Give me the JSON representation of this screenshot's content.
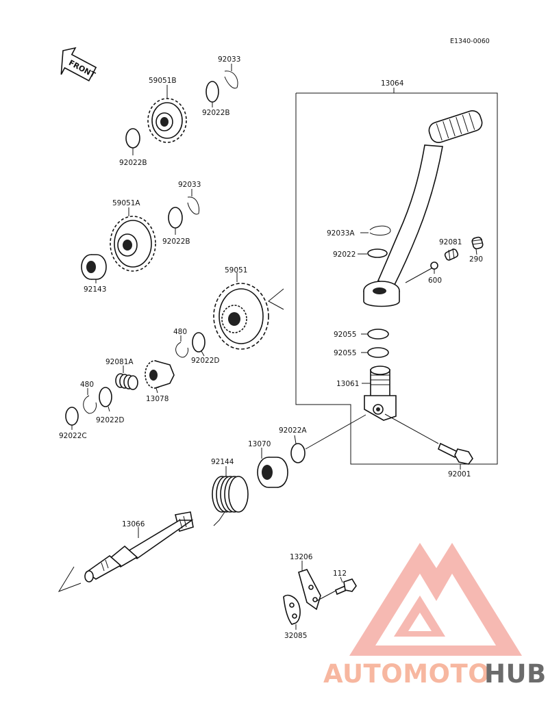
{
  "diagram": {
    "ref_code": "E1340-0060",
    "front_label": "FRONT",
    "labels": {
      "p13064": "13064",
      "p92033_top": "92033",
      "p59051B": "59051B",
      "p92022B_a": "92022B",
      "p92022B_b": "92022B",
      "p92033_mid": "92033",
      "p59051A": "59051A",
      "p92022B_c": "92022B",
      "p92143": "92143",
      "p59051": "59051",
      "p480_a": "480",
      "p92022D_a": "92022D",
      "p92081A": "92081A",
      "p13078": "13078",
      "p480_b": "480",
      "p92022D_b": "92022D",
      "p92022C": "92022C",
      "p92033A": "92033A",
      "p92022": "92022",
      "p92081": "92081",
      "p290": "290",
      "p600": "600",
      "p92055_a": "92055",
      "p92055_b": "92055",
      "p13061": "13061",
      "p92022A": "92022A",
      "p13070": "13070",
      "p92144": "92144",
      "p92001": "92001",
      "p13066": "13066",
      "p13206": "13206",
      "p112": "112",
      "p32085": "32085"
    }
  },
  "watermark": {
    "part1": "AUTOMOTO",
    "part2": "HUB",
    "color_light": "#f4b6b0",
    "color_red": "#ee8e88",
    "color_gray": "#6b6b6b"
  }
}
